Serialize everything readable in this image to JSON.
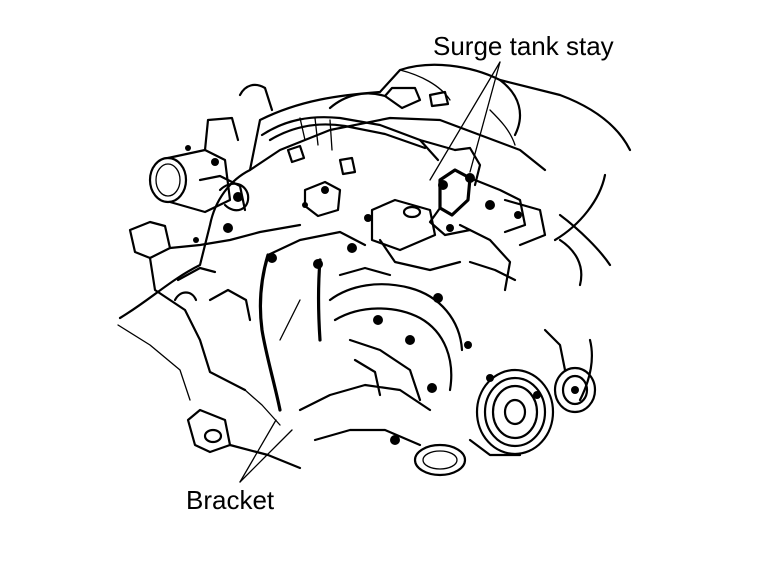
{
  "figure": {
    "subject": "engine-intake-assembly",
    "callouts": [
      {
        "id": "surge_tank_stay",
        "text": "Surge tank stay"
      },
      {
        "id": "bracket",
        "text": "Bracket"
      }
    ]
  },
  "colors": {
    "ink": "#000000",
    "paper": "#ffffff"
  }
}
